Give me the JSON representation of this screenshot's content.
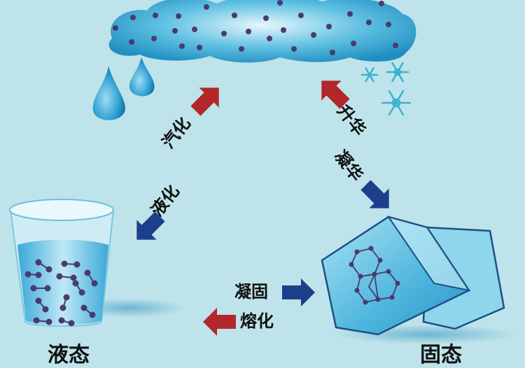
{
  "diagram": {
    "title": "",
    "background_color": "#bfe3ea",
    "states": {
      "gas": {
        "name": "gas-cloud",
        "label": ""
      },
      "liquid": {
        "name": "liquid-water-glass",
        "label": "液态"
      },
      "solid": {
        "name": "ice-cube",
        "label": "固态"
      }
    },
    "transitions": [
      {
        "id": "vaporization",
        "label": "汽化",
        "from": "liquid",
        "to": "gas",
        "arrow_color": "#b3262a"
      },
      {
        "id": "liquefaction",
        "label": "液化",
        "from": "gas",
        "to": "liquid",
        "arrow_color": "#1c3f8c"
      },
      {
        "id": "sublimation",
        "label": "升华",
        "from": "solid",
        "to": "gas",
        "arrow_color": "#b3262a"
      },
      {
        "id": "deposition",
        "label": "凝华",
        "from": "gas",
        "to": "solid",
        "arrow_color": "#1c3f8c"
      },
      {
        "id": "solidification",
        "label": "凝固",
        "from": "liquid",
        "to": "solid",
        "arrow_color": "#1c3f8c"
      },
      {
        "id": "melting",
        "label": "熔化",
        "from": "solid",
        "to": "liquid",
        "arrow_color": "#b3262a"
      }
    ],
    "decorations": {
      "raindrops": 2,
      "snowflakes": 3
    },
    "colors": {
      "heat_absorb_arrow": "#b3262a",
      "heat_release_arrow": "#1c3f8c",
      "cloud": "#3aa7cf",
      "molecule": "#4a3a6e",
      "water": "#4fb6de",
      "ice": "#7fcfe9"
    }
  }
}
